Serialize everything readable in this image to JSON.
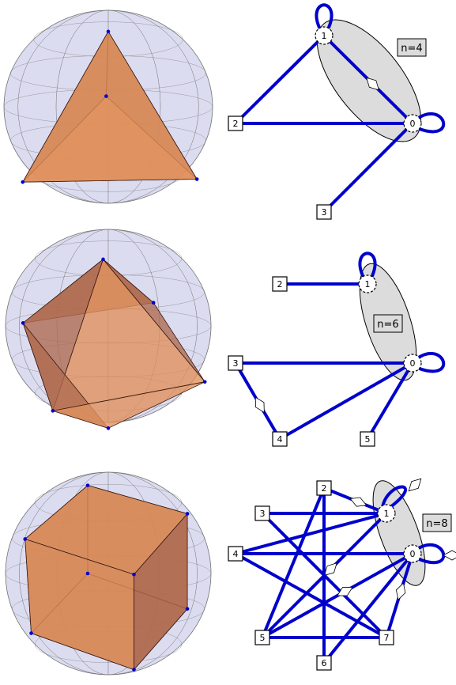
{
  "panels": [
    {
      "id": "tetrahedron",
      "polyhedron": "tetrahedron",
      "n_label": "n=4",
      "node_labels": [
        "0",
        "1",
        "2",
        "3"
      ],
      "edges": [
        [
          "1",
          "0"
        ],
        [
          "1",
          "2"
        ],
        [
          "2",
          "0"
        ],
        [
          "0",
          "3"
        ]
      ],
      "self_loops": [
        "1",
        "0"
      ],
      "diamond_edges": [
        [
          "1",
          "0"
        ]
      ]
    },
    {
      "id": "octahedron",
      "polyhedron": "octahedron",
      "n_label": "n=6",
      "node_labels": [
        "0",
        "1",
        "2",
        "3",
        "4",
        "5"
      ],
      "edges": [
        [
          "2",
          "1"
        ],
        [
          "3",
          "0"
        ],
        [
          "3",
          "4"
        ],
        [
          "4",
          "0"
        ],
        [
          "0",
          "5"
        ]
      ],
      "self_loops": [
        "1",
        "0"
      ],
      "diamond_edges": [
        [
          "3",
          "4"
        ]
      ]
    },
    {
      "id": "cube",
      "polyhedron": "cube",
      "n_label": "n=8",
      "node_labels": [
        "0",
        "1",
        "2",
        "3",
        "4",
        "5",
        "6",
        "7"
      ],
      "edges": [
        [
          "2",
          "1"
        ],
        [
          "3",
          "1"
        ],
        [
          "4",
          "1"
        ],
        [
          "5",
          "1"
        ],
        [
          "2",
          "5"
        ],
        [
          "2",
          "6"
        ],
        [
          "3",
          "7"
        ],
        [
          "4",
          "0"
        ],
        [
          "4",
          "7"
        ],
        [
          "5",
          "0"
        ],
        [
          "6",
          "0"
        ],
        [
          "5",
          "7"
        ],
        [
          "7",
          "0"
        ]
      ],
      "self_loops": [
        "1",
        "0"
      ],
      "diamond_edges": [
        [
          "2",
          "1"
        ],
        [
          "5",
          "1"
        ],
        [
          "5",
          "0"
        ],
        [
          "7",
          "0"
        ],
        [
          "1",
          "1"
        ],
        [
          "0",
          "0"
        ]
      ]
    }
  ],
  "colors": {
    "edge": "#0000cc",
    "sphere_fill": "#dcdcf0",
    "sphere_line": "#777777",
    "face": "#e0905a",
    "face_dark": "#b06a50",
    "group_fill": "#dcdcdc",
    "vertex": "#0000cc"
  }
}
